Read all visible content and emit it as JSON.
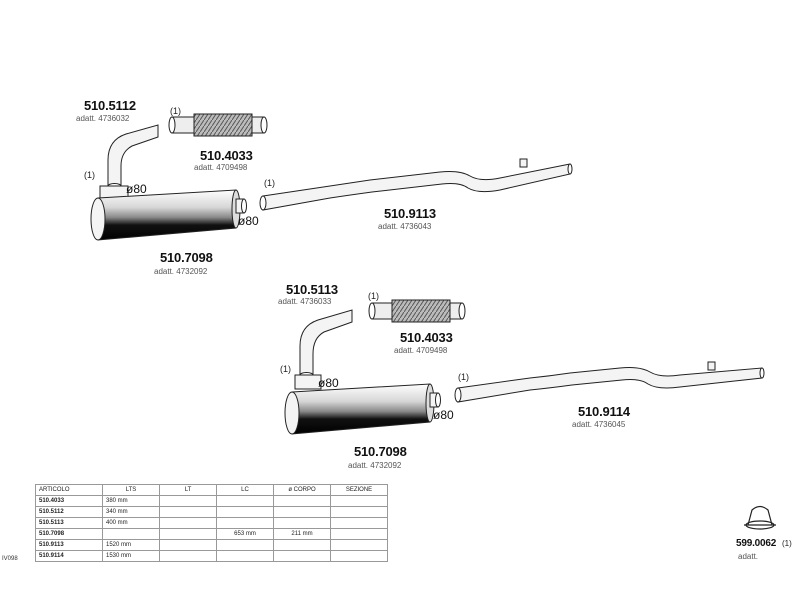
{
  "group1": {
    "bend_code": "510.5112",
    "bend_oe": "adatt. 4736032",
    "flex_code": "510.4033",
    "flex_oe": "adatt. 4709498",
    "muffler_code": "510.7098",
    "muffler_oe": "adatt. 4732092",
    "pipe_code": "510.9113",
    "pipe_oe": "adatt. 4736043"
  },
  "group2": {
    "bend_code": "510.5113",
    "bend_oe": "adatt. 4736033",
    "flex_code": "510.4033",
    "flex_oe": "adatt. 4709498",
    "muffler_code": "510.7098",
    "muffler_oe": "adatt. 4732092",
    "pipe_code": "510.9114",
    "pipe_oe": "adatt. 4736045"
  },
  "note": "(1)",
  "diameter": "ø80",
  "clamp": {
    "code": "599.0062",
    "note": "(1)",
    "oe": "adatt."
  },
  "table": {
    "side_code": "IV098",
    "headers": [
      "ARTICOLO",
      "LTS",
      "LT",
      "LC",
      "ø CORPO",
      "SEZIONE"
    ],
    "rows": [
      [
        "510.4033",
        "380 mm",
        "",
        "",
        "",
        ""
      ],
      [
        "510.5112",
        "340 mm",
        "",
        "",
        "",
        ""
      ],
      [
        "510.5113",
        "400 mm",
        "",
        "",
        "",
        ""
      ],
      [
        "510.7098",
        "",
        "",
        "653 mm",
        "211 mm",
        ""
      ],
      [
        "510.9113",
        "1520 mm",
        "",
        "",
        "",
        ""
      ],
      [
        "510.9114",
        "1530 mm",
        "",
        "",
        "",
        ""
      ]
    ]
  }
}
